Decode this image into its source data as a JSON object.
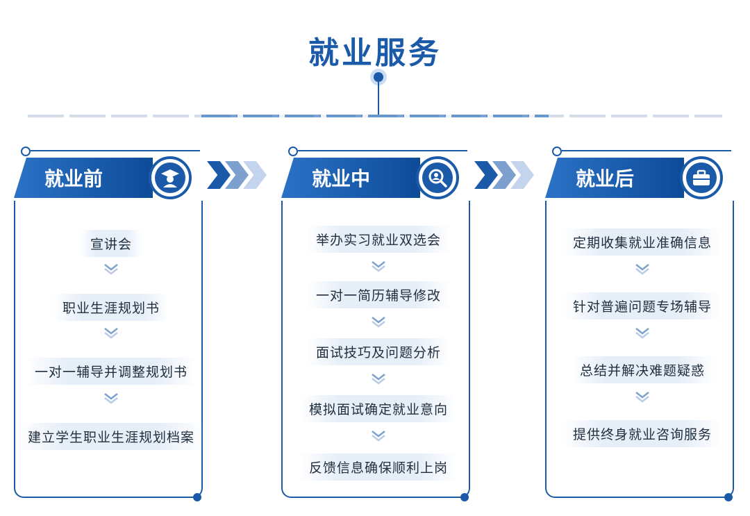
{
  "title": "就业服务",
  "colors": {
    "primary": "#1a5aa8",
    "primary_dark": "#0d4b98",
    "step_bg": "#e6eef8"
  },
  "stages": [
    {
      "label": "就业前",
      "icon": "graduate-icon",
      "steps": [
        "宣讲会",
        "职业生涯规划书",
        "一对一辅导并调整规划书",
        "建立学生职业生涯规划档案"
      ]
    },
    {
      "label": "就业中",
      "icon": "search-person-icon",
      "steps": [
        "举办实习就业双选会",
        "一对一简历辅导修改",
        "面试技巧及问题分析",
        "模拟面试确定就业意向",
        "反馈信息确保顺利上岗"
      ]
    },
    {
      "label": "就业后",
      "icon": "briefcase-icon",
      "steps": [
        "定期收集就业准确信息",
        "针对普遍问题专场辅导",
        "总结并解决难题疑惑",
        "提供终身就业咨询服务"
      ]
    }
  ]
}
